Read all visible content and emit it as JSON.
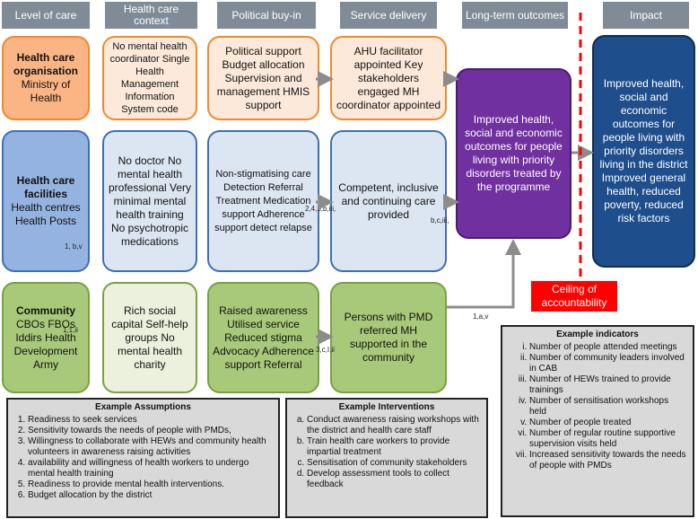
{
  "headers": {
    "level": "Level of care",
    "context": "Health care context",
    "political": "Political buy-in",
    "delivery": "Service delivery",
    "outcomes": "Long-term outcomes",
    "impact": "Impact"
  },
  "rows": {
    "org": {
      "level_title": "Health care organisation",
      "level_sub": "Ministry of Health",
      "context": "No mental health coordinator Single Health Management Information System code",
      "political": "Political support Budget allocation Supervision and management HMIS support",
      "delivery": "AHU facilitator appointed Key stakeholders engaged MH coordinator appointed"
    },
    "facilities": {
      "level_title": "Health care facilities",
      "level_sub": "Health centres Health Posts",
      "level_note": "1, b,v",
      "context": "No doctor No mental health professional Very minimal mental health training No psychotropic medications",
      "political": "Non-stigmatising care Detection Referral Treatment Medication support Adherence support detect relapse",
      "political_note": "2,4,5,b,iii,",
      "delivery": "Competent, inclusive and continuing care provided",
      "delivery_note": "b,c,iii,"
    },
    "community": {
      "level_title": "Community",
      "level_sub": "CBOs FBOs Iddirs Health Development Army",
      "level_note": "1,1,ii",
      "context": "Rich social capital Self-help groups No mental health charity",
      "political": "Raised awareness Utilised service Reduced stigma Advocacy Adherence support Referral",
      "political_note": "3,c,I,ii",
      "delivery": "Persons with PMD referred MH supported in the community",
      "delivery_note": "1,a,v"
    }
  },
  "outcome_text": "Improved health, social and economic outcomes for people living with priority disorders treated by the programme",
  "impact_text": "Improved health, social and economic outcomes for people living with priority disorders living in the district Improved general health, reduced poverty, reduced risk factors",
  "ceiling_text": "Ceiling of accountability",
  "assumptions": {
    "title": "Example Assumptions",
    "items": [
      "Readiness to seek services",
      "Sensitivity towards the needs of people with PMDs,",
      "Willingness to collaborate with HEWs and community health volunteers in awareness raising activities",
      "availability and willingness of health workers to undergo mental health training",
      "Readiness to provide mental health interventions.",
      "Budget allocation by the district"
    ]
  },
  "interventions": {
    "title": "Example Interventions",
    "items": [
      "Conduct awareness raising workshops with the district and health care staff",
      "Train health care workers to provide impartial treatment",
      "Sensitisation of community stakeholders",
      "Develop assessment tools to collect feedback"
    ]
  },
  "indicators": {
    "title": "Example indicators",
    "items": [
      "Number of people attended meetings",
      "Number of community leaders involved in CAB",
      "Number of HEWs trained to provide trainings",
      "Number of sensitisation workshops held",
      "Number of people treated",
      "Number of regular routine supportive supervision visits held",
      "Increased sensitivity towards the needs of people with PMDs"
    ]
  },
  "colors": {
    "header": "#7f8c97",
    "orange": "#f08a2c",
    "blue": "#3c6fb5",
    "green": "#76a33f",
    "purple": "#7030a0",
    "navy": "#1f4e8c",
    "arrow": "#8c8c8c",
    "ceiling": "#ff0000"
  }
}
